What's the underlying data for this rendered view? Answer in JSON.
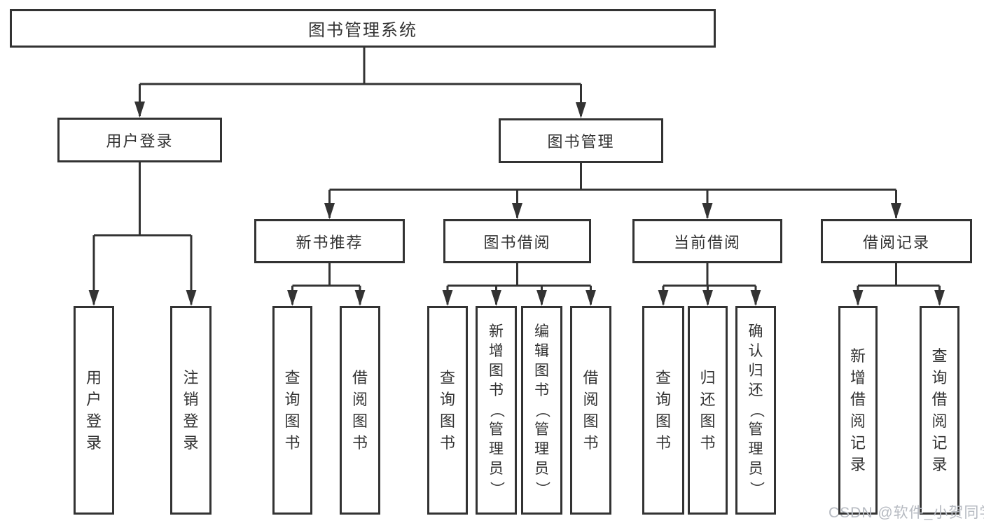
{
  "diagram": {
    "title": "图书管理系统",
    "colors": {
      "line": "#333333",
      "text": "#333333",
      "box_background": "#ffffff",
      "watermark": "#b6bac1"
    },
    "root": {
      "label": "图书管理系统"
    },
    "level2": [
      {
        "label": "用户登录"
      },
      {
        "label": "图书管理"
      }
    ],
    "level3": [
      {
        "label": "新书推荐",
        "parent": "图书管理"
      },
      {
        "label": "图书借阅",
        "parent": "图书管理"
      },
      {
        "label": "当前借阅",
        "parent": "图书管理"
      },
      {
        "label": "借阅记录",
        "parent": "图书管理"
      }
    ],
    "leaves": [
      {
        "label": "用户登录",
        "parent": "用户登录"
      },
      {
        "label": "注销登录",
        "parent": "用户登录"
      },
      {
        "label": "查询图书",
        "parent": "新书推荐"
      },
      {
        "label": "借阅图书",
        "parent": "新书推荐"
      },
      {
        "label": "查询图书",
        "parent": "图书借阅"
      },
      {
        "label": "新增图书（管理员）",
        "parent": "图书借阅"
      },
      {
        "label": "编辑图书（管理员）",
        "parent": "图书借阅"
      },
      {
        "label": "借阅图书",
        "parent": "图书借阅"
      },
      {
        "label": "查询图书",
        "parent": "当前借阅"
      },
      {
        "label": "归还图书",
        "parent": "当前借阅"
      },
      {
        "label": "确认归还（管理员）",
        "parent": "当前借阅"
      },
      {
        "label": "新增借阅记录",
        "parent": "借阅记录"
      },
      {
        "label": "查询借阅记录",
        "parent": "借阅记录"
      }
    ],
    "watermark": {
      "text": "CSDN @软件_小贺同学"
    }
  }
}
